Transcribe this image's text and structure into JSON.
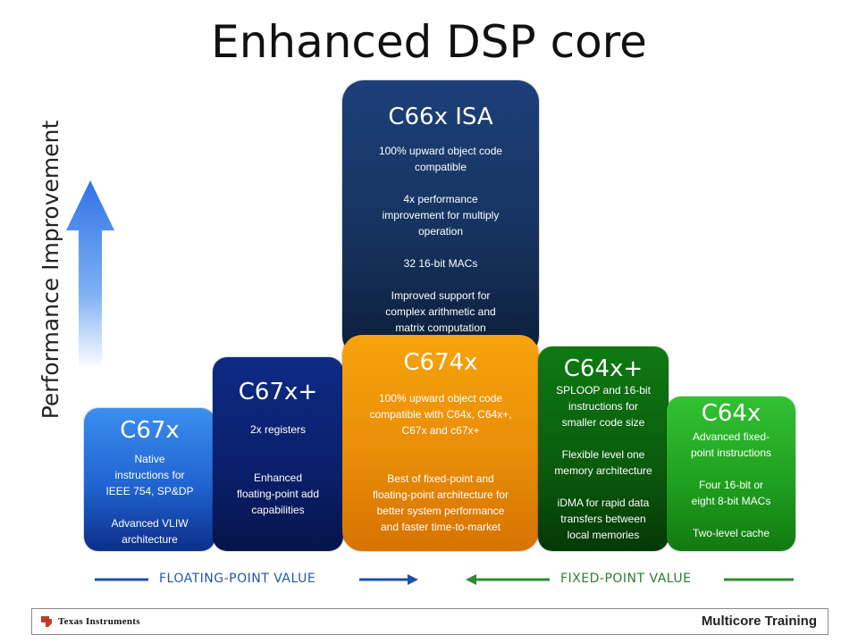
{
  "title": "Enhanced DSP core",
  "axis_label": "Performance Improvement",
  "cores": {
    "c67x": {
      "name": "C67x",
      "desc": "Native\ninstructions for\nIEEE 754, SP&DP\n\nAdvanced VLIW\narchitecture"
    },
    "c67xp": {
      "name": "C67x+",
      "desc": "2x registers\n\n\nEnhanced\nfloating-point add\ncapabilities"
    },
    "c66x": {
      "name": "C66x ISA",
      "desc": "100% upward object code\ncompatible\n\n4x performance\nimprovement for multiply\noperation\n\n32 16-bit MACs\n\nImproved support for\ncomplex arithmetic and\nmatrix computation"
    },
    "c674x": {
      "name": "C674x",
      "desc": "100% upward object code\ncompatible with C64x, C64x+,\nC67x and c67x+\n\n\nBest of fixed-point and\nfloating-point architecture for\nbetter system performance\nand faster time-to-market"
    },
    "c64xp": {
      "name": "C64x+",
      "desc": "SPLOOP and 16-bit\ninstructions for\nsmaller code size\n\nFlexible level one\nmemory architecture\n\niDMA for rapid data\ntransfers between\nlocal memories"
    },
    "c64x": {
      "name": "C64x",
      "desc": "Advanced fixed-\npoint instructions\n\nFour 16-bit or\neight 8-bit MACs\n\nTwo-level cache"
    }
  },
  "floating_value": "FLOATING-POINT VALUE",
  "fixed_value": "FIXED-POINT VALUE",
  "footer": {
    "logo_text": "Texas Instruments",
    "training": "Multicore Training"
  },
  "colors": {
    "floating_arrow": "#1f4fa8",
    "fixed_arrow": "#2e8b2e"
  }
}
